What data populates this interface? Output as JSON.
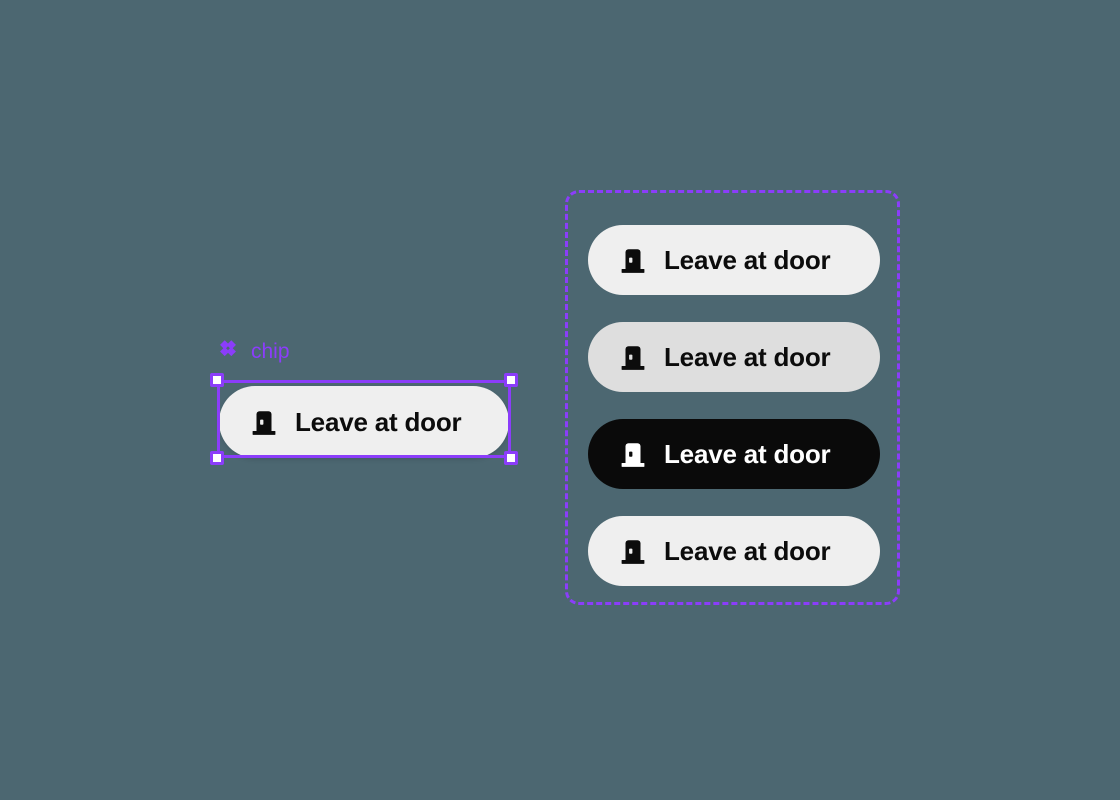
{
  "canvas": {
    "background_color": "#4C6771",
    "accent_color": "#8B3DFA"
  },
  "selection": {
    "instance_name": "chip",
    "component_icon": "component-diamond-icon",
    "handle_count": 4,
    "outline_color": "#8B3DFA",
    "handle_fill": "#FFFFFF"
  },
  "chip_instance": {
    "label": "Leave at door",
    "icon": "door-icon",
    "state": "default",
    "background_color": "#EFEFEF",
    "text_color": "#0C0C0C"
  },
  "variants_frame": {
    "stroke_color": "#8B3DFA",
    "stroke_style": "dashed",
    "chips": [
      {
        "label": "Leave at door",
        "icon": "door-icon",
        "state": "default",
        "background_color": "#EFEFEF",
        "text_color": "#0C0C0C"
      },
      {
        "label": "Leave at door",
        "icon": "door-icon",
        "state": "hover",
        "background_color": "#DEDEDE",
        "text_color": "#0C0C0C"
      },
      {
        "label": "Leave at door",
        "icon": "door-icon",
        "state": "selected",
        "background_color": "#0A0A0A",
        "text_color": "#FFFFFF"
      },
      {
        "label": "Leave at door",
        "icon": "door-icon",
        "state": "default",
        "background_color": "#EFEFEF",
        "text_color": "#0C0C0C"
      }
    ]
  }
}
